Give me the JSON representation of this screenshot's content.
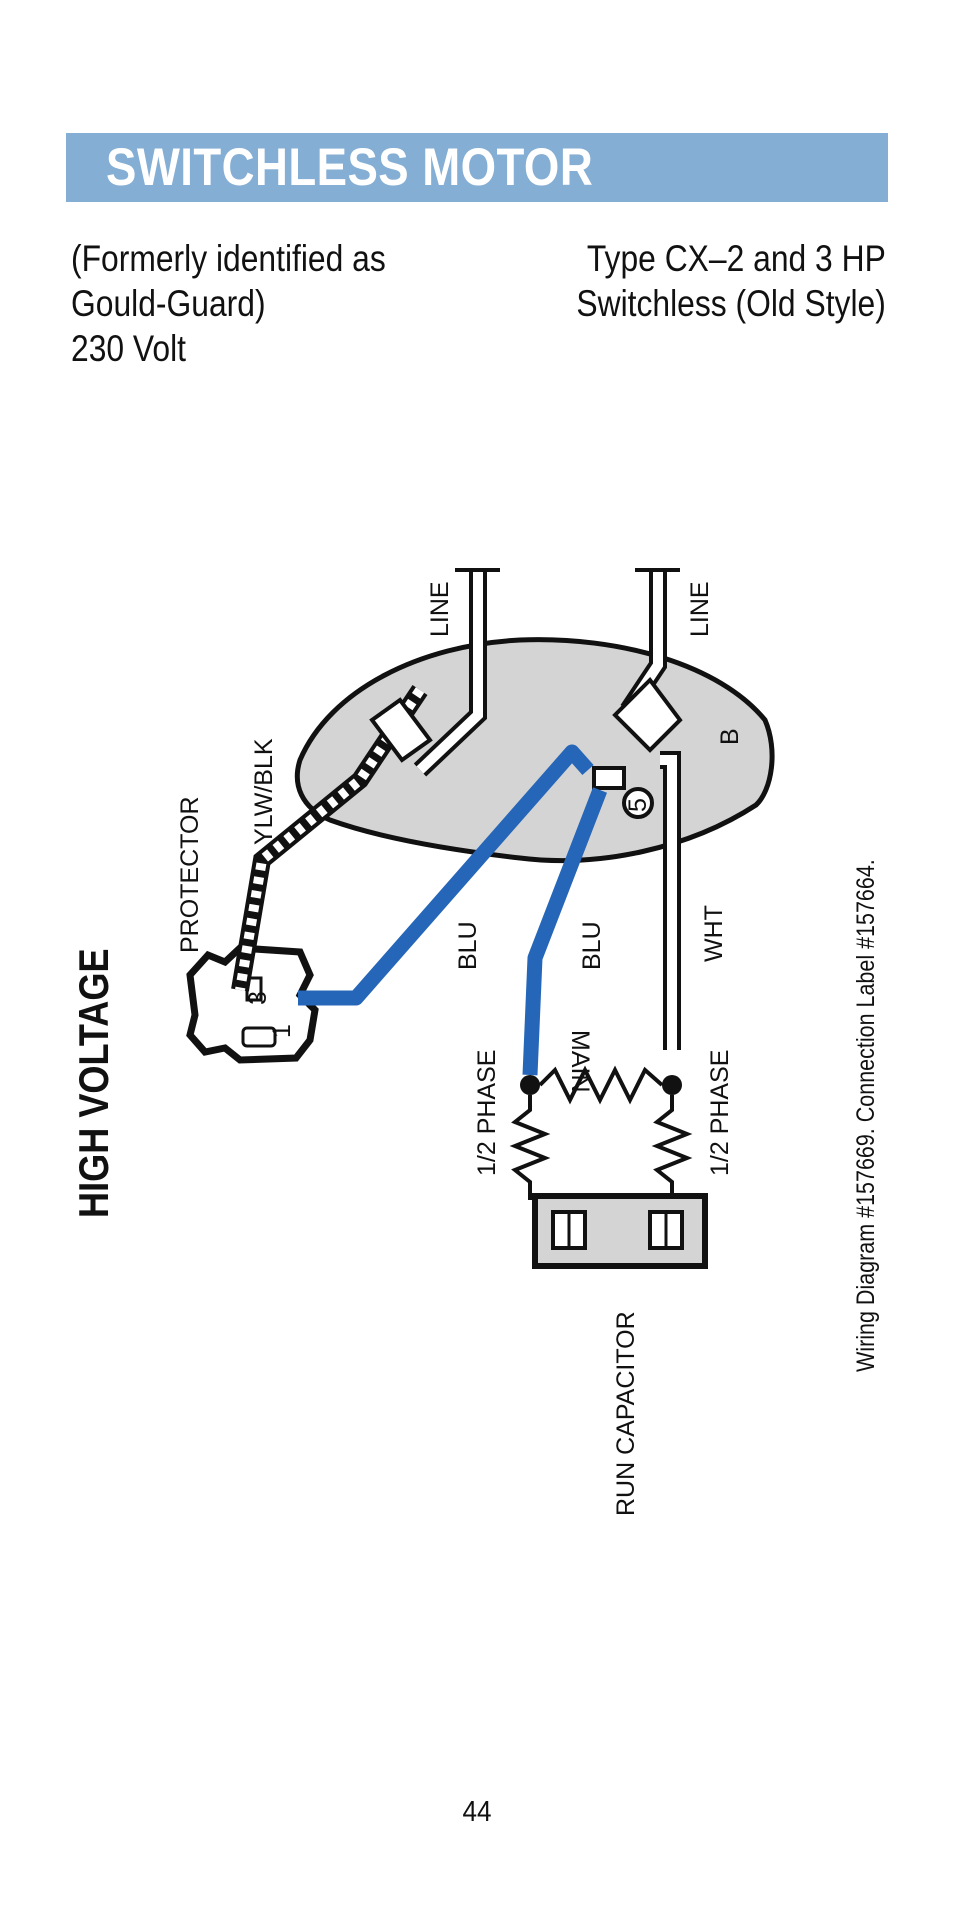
{
  "header": {
    "title": "SWITCHLESS MOTOR",
    "color": "#84aed4"
  },
  "meta": {
    "left_lines": [
      "(Formerly identified as",
      "Gould-Guard)",
      "230 Volt"
    ],
    "right_lines": [
      "Type CX–2 and 3 HP",
      "Switchless (Old Style)"
    ]
  },
  "side_heading": "HIGH VOLTAGE",
  "caption": "Wiring Diagram #157669.  Connection Label  #157664.",
  "diagram_labels": {
    "line_left": "LINE",
    "line_right": "LINE",
    "protector": "PROTECTOR",
    "ylw_blk": "YLW/BLK",
    "blu_1": "BLU",
    "blu_2": "BLU",
    "wht": "WHT",
    "main": "MAIN",
    "phase_left": "1/2 PHASE",
    "phase_right": "1/2 PHASE",
    "run_capacitor": "RUN CAPACITOR",
    "terminal_b": "B",
    "terminal_5": "5",
    "terminal_3": "3",
    "terminal_1": "1"
  },
  "colors": {
    "wire_blue": "#2566b8",
    "board": "#d4d4d4"
  },
  "page_number": "44"
}
